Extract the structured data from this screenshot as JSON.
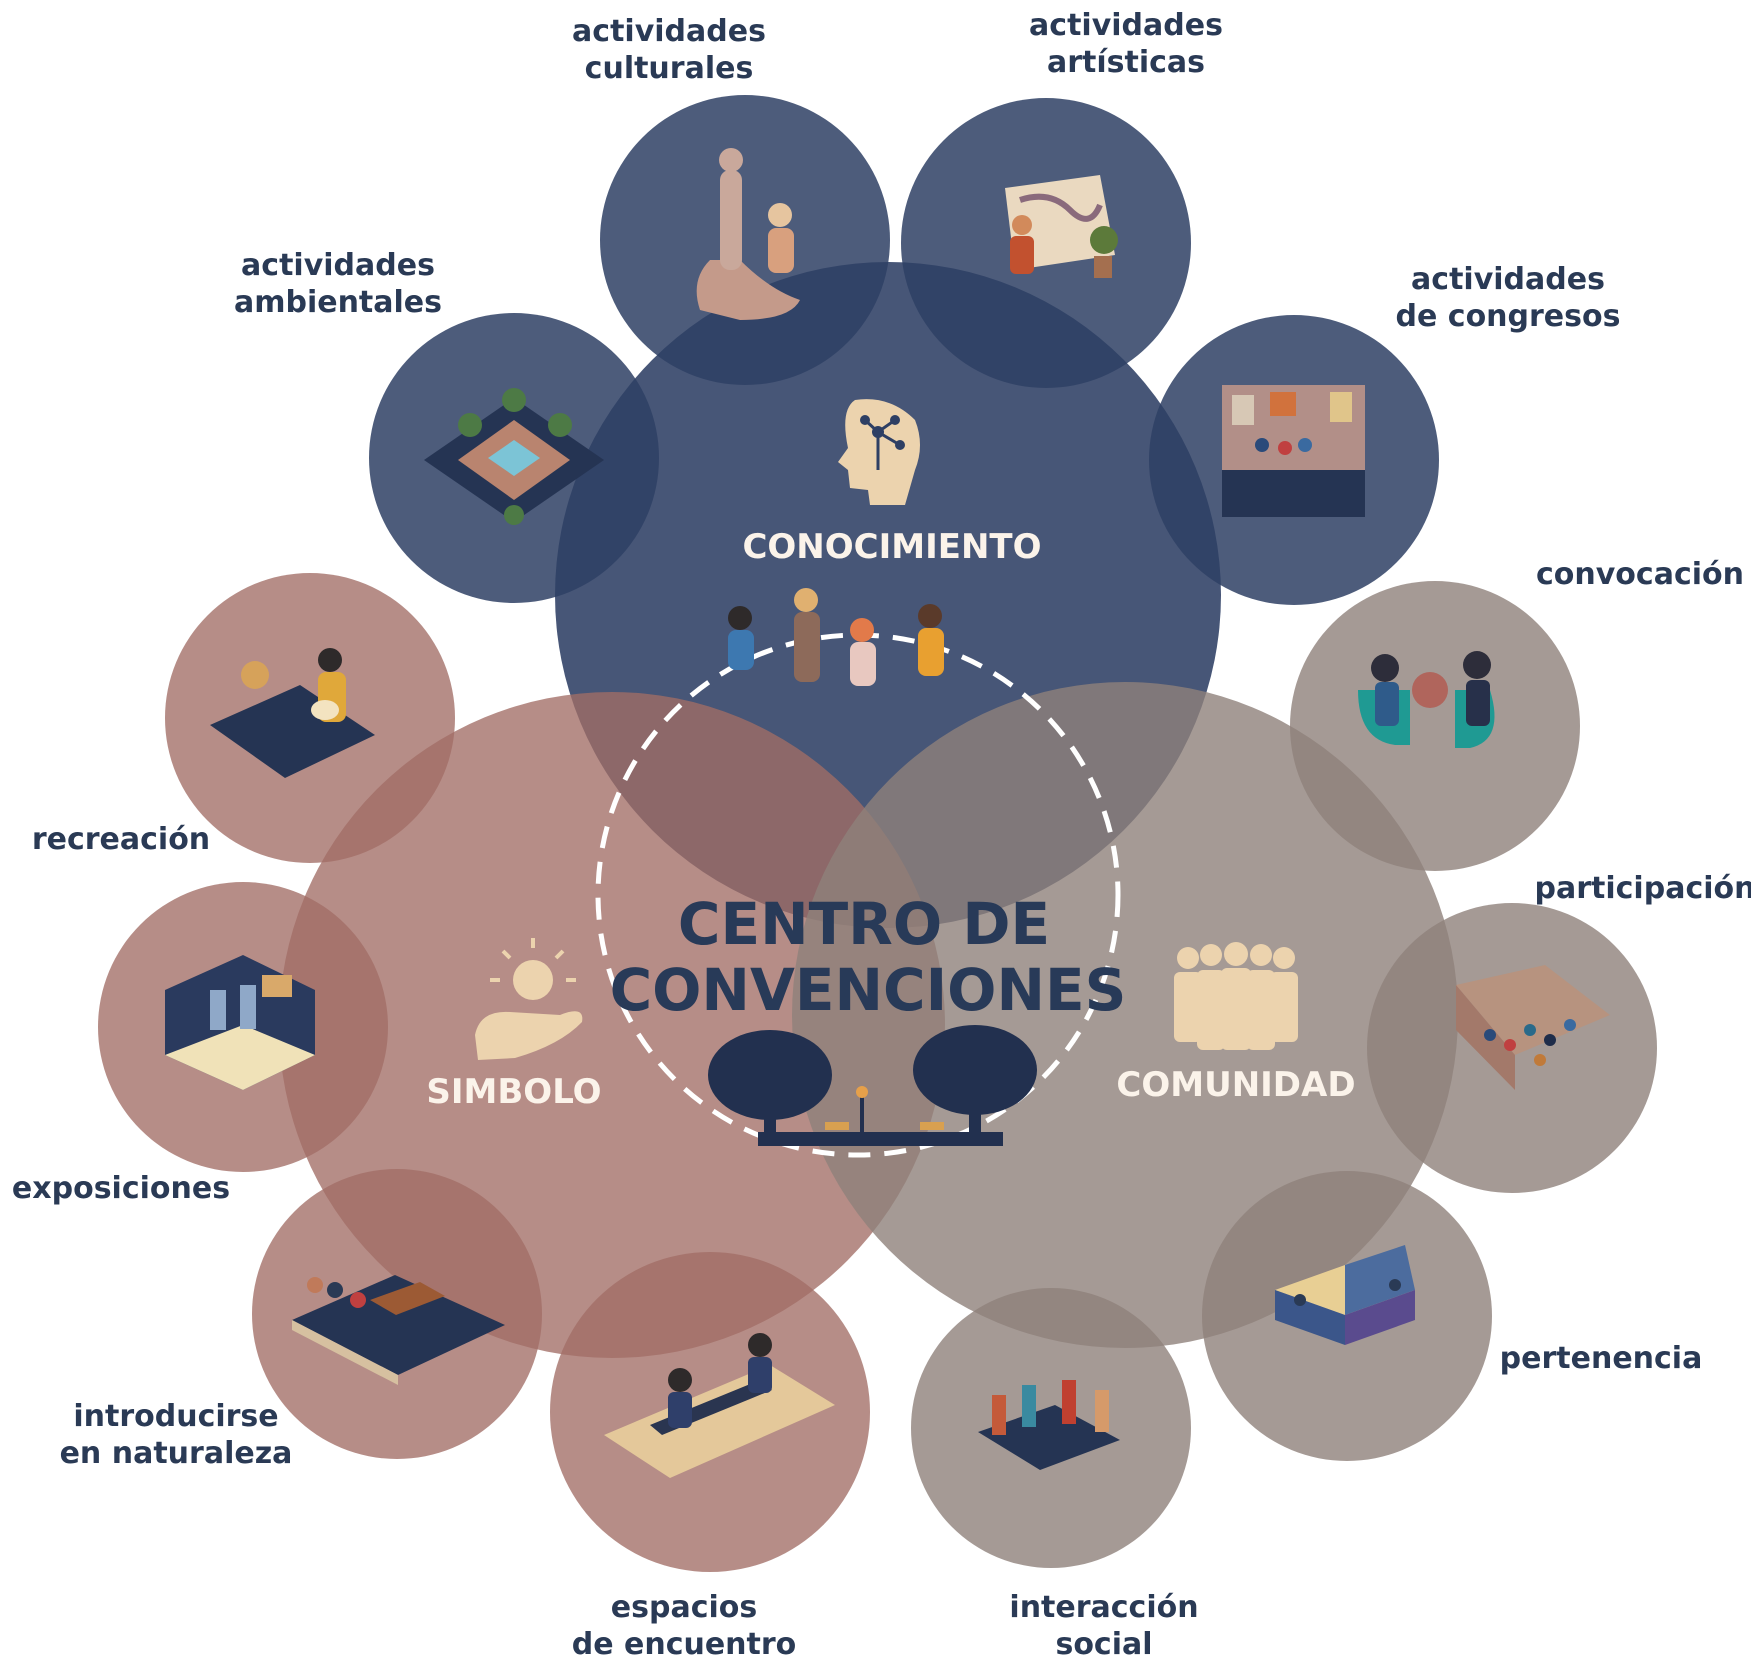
{
  "title": {
    "line1": "CENTRO DE",
    "line2": "CONVENCIONES"
  },
  "groups": {
    "conocimiento": "CONOCIMIENTO",
    "simbolo": "SIMBOLO",
    "comunidad": "COMUNIDAD"
  },
  "labels": {
    "actividades_culturales": [
      "actividades",
      "culturales"
    ],
    "actividades_artisticas": [
      "actividades",
      "artísticas"
    ],
    "actividades_ambientales": [
      "actividades",
      "ambientales"
    ],
    "actividades_congresos": [
      "actividades",
      "de congresos"
    ],
    "convocacion": "convocación",
    "participacion": "participación",
    "pertenencia": "pertenencia",
    "interaccion_social": [
      "interacción",
      "social"
    ],
    "espacios_encuentro": [
      "espacios",
      "de encuentro"
    ],
    "introducirse_naturaleza": [
      "introducirse",
      "en naturaleza"
    ],
    "exposiciones": "exposiciones",
    "recreacion": "recreación"
  },
  "colors": {
    "navy": "#2e3f64",
    "rose": "#a16d65",
    "taupe": "#8e817b",
    "label": "#2a3a55",
    "icon": "#ecd3ae"
  }
}
